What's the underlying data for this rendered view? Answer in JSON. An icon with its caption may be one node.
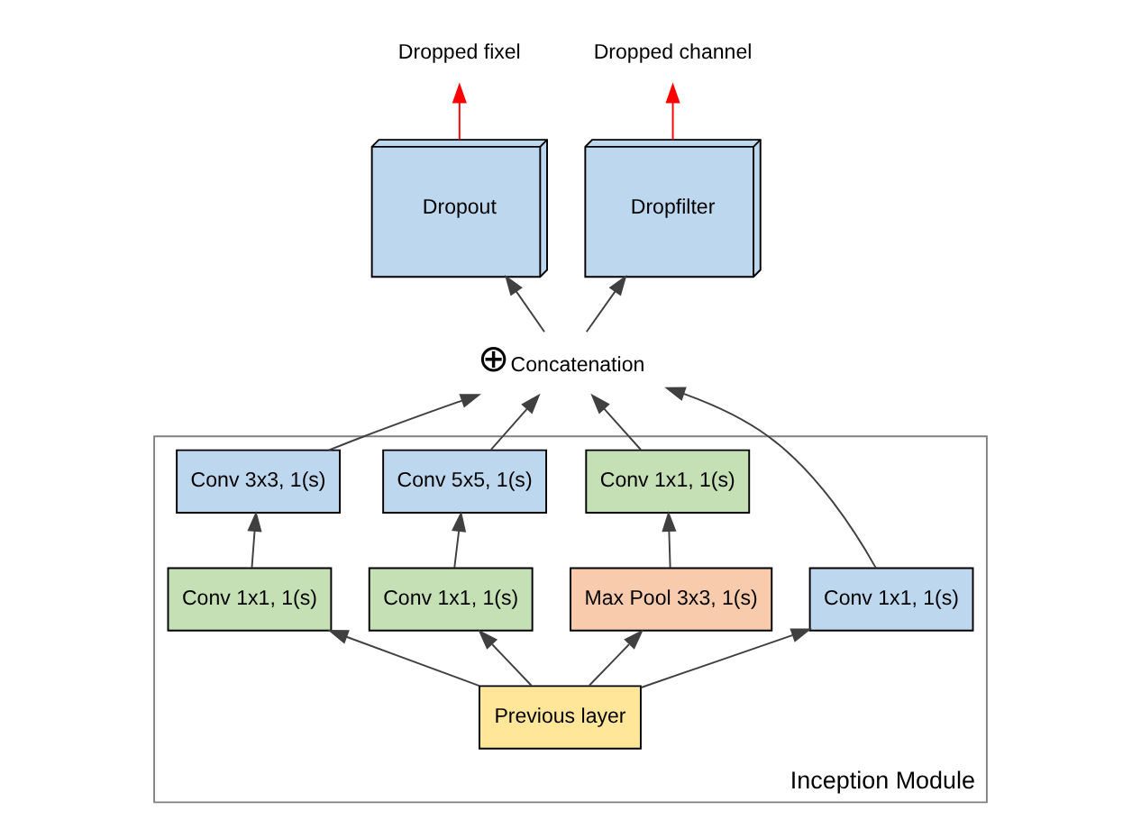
{
  "diagram": {
    "nodes": [
      {
        "text": [
          "Dropout"
        ]
      },
      {
        "text": [
          "Dropfilter"
        ]
      },
      {
        "text": [
          "Dropped fixel"
        ]
      },
      {
        "text": [
          "Dropped channel"
        ]
      },
      {
        "text": [
          "⊕"
        ],
        "beside": [
          "Concatenation"
        ]
      },
      {
        "text": [
          "Inception Module"
        ]
      },
      {
        "text": [
          "Conv 3x3, 1(s)"
        ],
        "in": 5
      },
      {
        "text": [
          "Conv 5x5, 1(s)"
        ],
        "in": 5
      },
      {
        "text": [
          "Conv 1x1, 1(s)"
        ],
        "in": 5
      },
      {
        "text": [
          "Conv 1x1, 1(s)"
        ],
        "in": 5
      },
      {
        "text": [
          "Conv 1x1, 1(s)"
        ],
        "in": 5
      },
      {
        "text": [
          "Conv 1x1, 1(s)"
        ],
        "in": 5
      },
      {
        "text": [
          "Max Pool 3x3, 1(s)"
        ],
        "in": 5
      },
      {
        "text": [
          "Previous layer"
        ],
        "in": 5
      }
    ],
    "edges": [
      {
        "from": 13,
        "to": 9,
        "arrow": "to"
      },
      {
        "from": 13,
        "to": 10,
        "arrow": "to"
      },
      {
        "from": 13,
        "to": 11,
        "arrow": "to"
      },
      {
        "from": 13,
        "to": 12,
        "arrow": "to"
      },
      {
        "from": 10,
        "to": 6,
        "arrow": "to"
      },
      {
        "from": 11,
        "to": 7,
        "arrow": "to"
      },
      {
        "from": 12,
        "to": 8,
        "arrow": "to"
      },
      {
        "from": 9,
        "to": 4,
        "arrow": "to"
      },
      {
        "from": 6,
        "to": 4,
        "arrow": "to"
      },
      {
        "from": 7,
        "to": 4,
        "arrow": "to"
      },
      {
        "from": 8,
        "to": 4,
        "arrow": "to"
      },
      {
        "from": 4,
        "to": 0,
        "arrow": "to"
      },
      {
        "from": 4,
        "to": 1,
        "arrow": "to"
      },
      {
        "from": 0,
        "to": 2,
        "arrow": "to",
        "color": "#ff0000"
      },
      {
        "from": 1,
        "to": 3,
        "arrow": "to",
        "color": "#ff0000"
      }
    ]
  }
}
